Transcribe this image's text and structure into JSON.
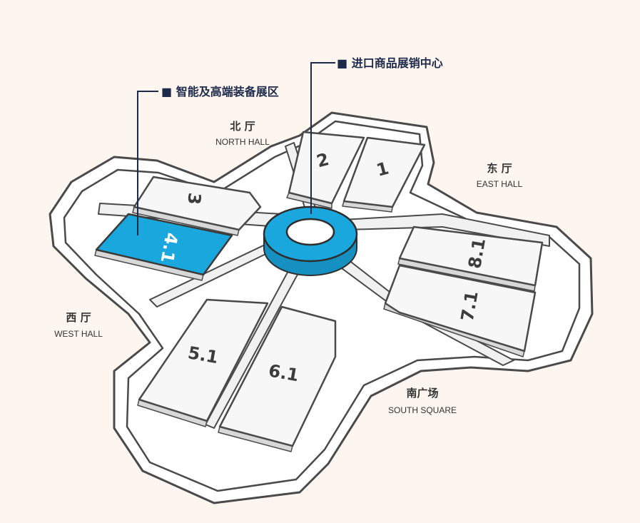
{
  "callouts": {
    "import_center": "■ 进口商品展销中心",
    "smart_zone": "■ 智能及高端装备展区"
  },
  "zones": {
    "north": {
      "zh": "北  厅",
      "en": "NORTH HALL"
    },
    "east": {
      "zh": "东  厅",
      "en": "EAST HALL"
    },
    "west": {
      "zh": "西  厅",
      "en": "WEST HALL"
    },
    "south": {
      "zh": "南广场",
      "en": "SOUTH SQUARE"
    }
  },
  "halls": [
    {
      "id": "1",
      "label": "1",
      "highlighted": false
    },
    {
      "id": "2",
      "label": "2",
      "highlighted": false
    },
    {
      "id": "3",
      "label": "3",
      "highlighted": false
    },
    {
      "id": "4.1",
      "label": "4.1",
      "highlighted": true
    },
    {
      "id": "5.1",
      "label": "5.1",
      "highlighted": false
    },
    {
      "id": "6.1",
      "label": "6.1",
      "highlighted": false
    },
    {
      "id": "7.1",
      "label": "7.1",
      "highlighted": false
    },
    {
      "id": "8.1",
      "label": "8.1",
      "highlighted": false
    }
  ],
  "colors": {
    "highlight": "#1aa7de",
    "background": "#fdf5ef",
    "callout_text": "#1e2a4a"
  }
}
